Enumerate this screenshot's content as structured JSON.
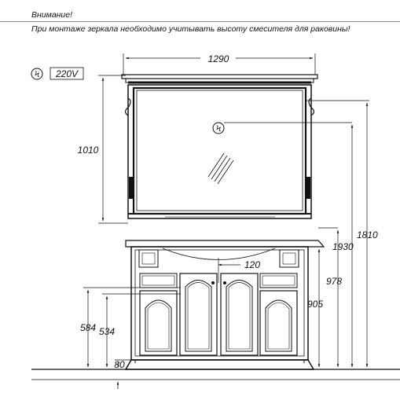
{
  "warning": {
    "title": "Внимание!",
    "text": "При монтаже зеркала необходимо учитывать высоту смесителя для раковины!"
  },
  "power": {
    "symbol": "Ϟ",
    "voltage_label": "220V"
  },
  "dimensions": {
    "mirror_width": "1290",
    "mirror_height": "1010",
    "total_top_height": "1810",
    "socket_height": "1930",
    "basin_height": "978",
    "cabinet_height": "905",
    "mixer_offset": "120",
    "inner_height_a": "584",
    "inner_height_b": "534",
    "plinth_height": "80"
  }
}
